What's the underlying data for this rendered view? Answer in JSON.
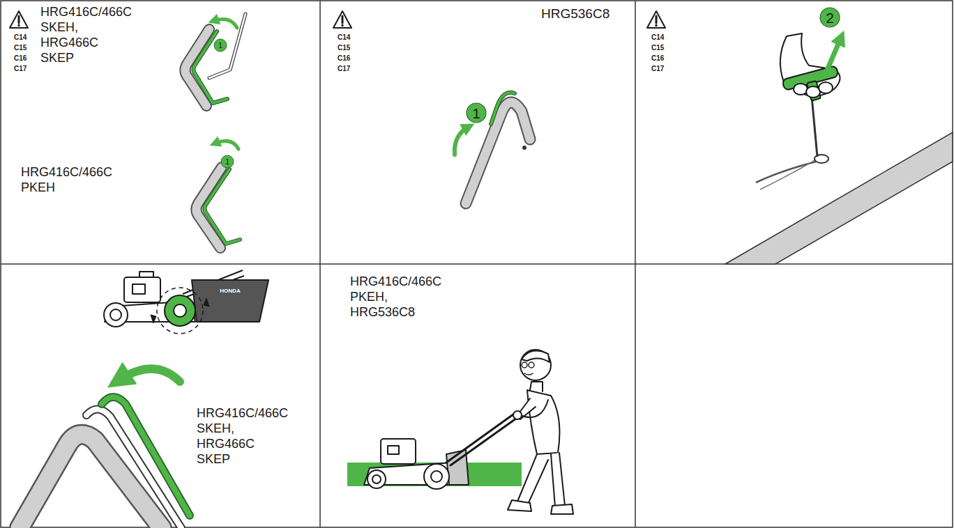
{
  "diagram": {
    "labels": [
      "C14",
      "C15",
      "C16",
      "C17",
      "HRG416C/466C SKEH, HRG466C SKEP",
      "1",
      "HRG416C/466C PKEH",
      "1",
      "HRG536C8",
      "C14",
      "C15",
      "C16",
      "C17",
      "1",
      "C14",
      "C15",
      "C16",
      "C17",
      "2",
      "HONDA",
      "HRG416C/466C SKEH, HRG466C SKEP",
      "HRG416C/466C PKEH, HRG536C8"
    ]
  }
}
